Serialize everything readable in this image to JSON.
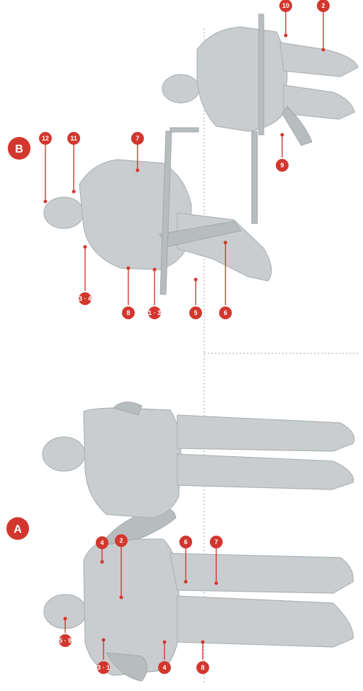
{
  "accent_color": "#d2372e",
  "figure_color": "#c9cdd0",
  "group_labels": {
    "a": "A",
    "b": "B"
  },
  "callouts": {
    "a_5_9": "5 · 9",
    "a_3_1": "3 · 1",
    "a_4_left": "4",
    "a_8": "8",
    "a_4_right": "4",
    "a_2": "2",
    "a_6": "6",
    "a_7": "7",
    "b_3_4": "3 · 4",
    "b_8": "8",
    "b_1_3": "1 · 3",
    "b_5": "5",
    "b_6": "6",
    "b_12": "12",
    "b_11": "11",
    "b_7": "7",
    "b_9": "9",
    "b_10": "10",
    "b_2": "2"
  }
}
